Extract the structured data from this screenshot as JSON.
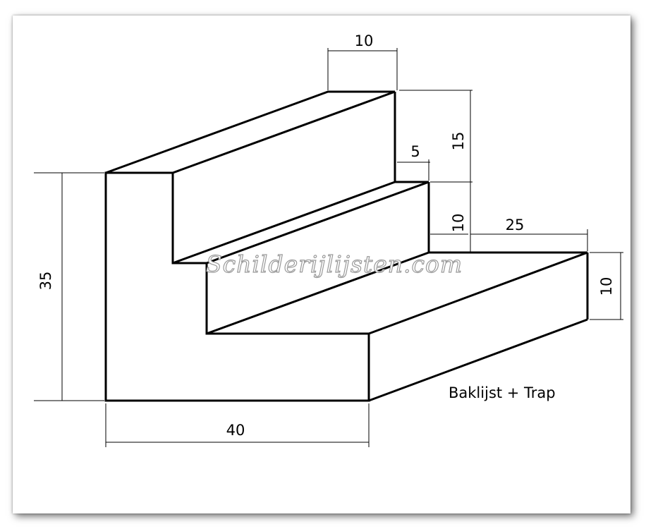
{
  "drawing": {
    "caption": "Baklijst + Trap",
    "watermark": "Schilderijlijsten.com",
    "dimensions": {
      "top_width": "10",
      "upper_height": "15",
      "step_offset": "5",
      "middle_height": "10",
      "lower_width": "25",
      "lower_height": "10",
      "total_height": "35",
      "total_width": "40"
    }
  }
}
